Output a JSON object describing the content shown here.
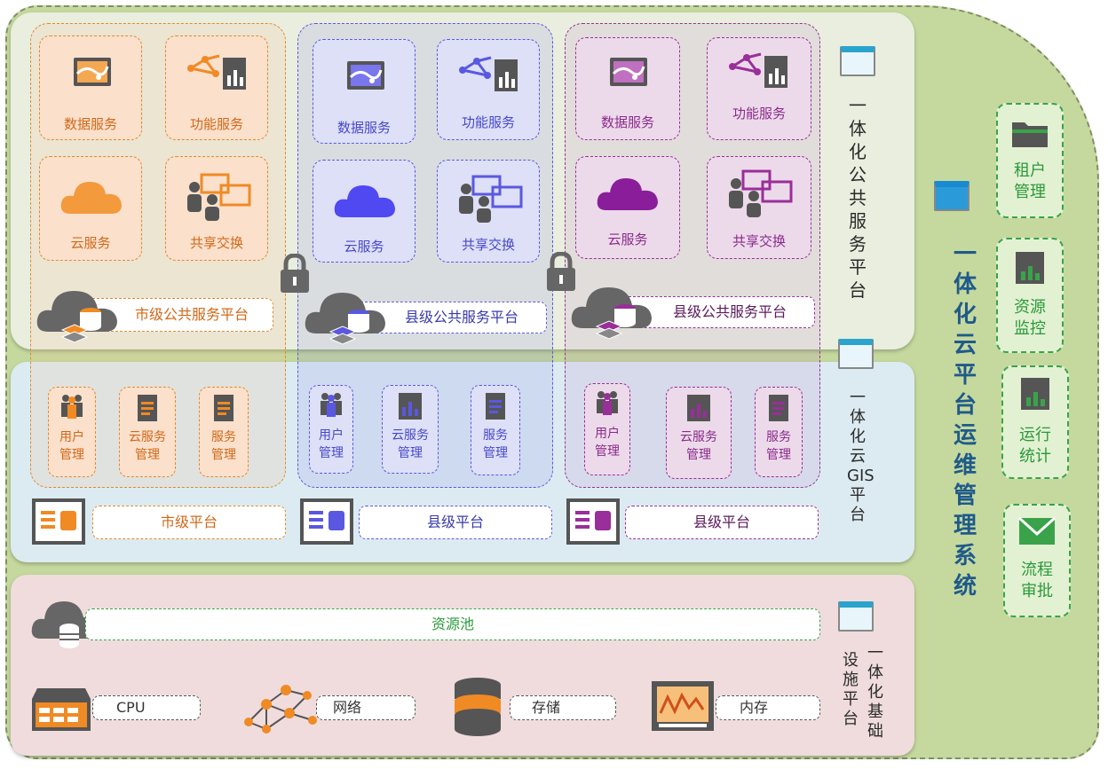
{
  "system_title": "一体化云平台运维管理系统",
  "public_platform": {
    "title": "一体化公共服务平台",
    "columns": [
      {
        "tiles": [
          "数据服务",
          "功能服务",
          "云服务",
          "共享交换"
        ],
        "label": "市级公共服务平台",
        "color": "#e08a2e"
      },
      {
        "tiles": [
          "数据服务",
          "功能服务",
          "云服务",
          "共享交换"
        ],
        "label": "县级公共服务平台",
        "color": "#5a58e0"
      },
      {
        "tiles": [
          "数据服务",
          "功能服务",
          "云服务",
          "共享交换"
        ],
        "label": "县级公共服务平台",
        "color": "#9a2e9a"
      }
    ]
  },
  "gis_platform": {
    "title": "一体化云GIS平台",
    "columns": [
      {
        "items": [
          "用户管理",
          "云服务管理",
          "服务管理"
        ],
        "label": "市级平台"
      },
      {
        "items": [
          "用户管理",
          "云服务管理",
          "服务管理"
        ],
        "label": "县级平台"
      },
      {
        "items": [
          "用户管理",
          "云服务管理",
          "服务管理"
        ],
        "label": "县级平台"
      }
    ]
  },
  "infra_platform": {
    "title": "一体化基础设施平台",
    "resource_pool": "资源池",
    "items": [
      "CPU",
      "网络",
      "存储",
      "内存"
    ]
  },
  "side_items": [
    "租户管理",
    "资源监控",
    "运行统计",
    "流程审批"
  ],
  "icons": [
    "map-icon",
    "network-chart-icon",
    "cloud-icon",
    "share-exchange-icon",
    "lock-icon",
    "users-icon",
    "document-icon",
    "database-icon",
    "server-icon",
    "memory-icon",
    "folder-icon",
    "envelope-icon",
    "window-icon"
  ]
}
